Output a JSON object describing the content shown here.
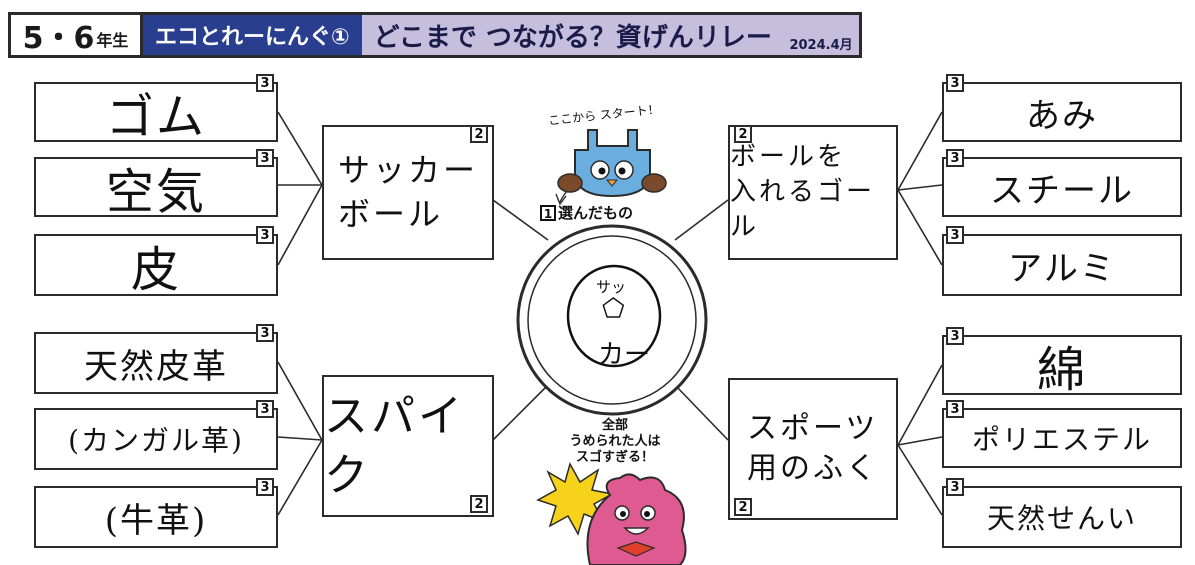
{
  "header": {
    "grade": "5・6",
    "grade_suffix": "年生",
    "series": "エコとれーにんぐ①",
    "title": "どこまで つながる？資げんリレー",
    "date": "2024.4月"
  },
  "start_label": "ここから スタート！",
  "chose_num": "1",
  "chose_label": "選んだもの",
  "hub_text": {
    "top": "サッ",
    "mid": "⬠",
    "bottom": "カー"
  },
  "praise": {
    "line1": "全部",
    "line2": "うめられた人は",
    "line3": "スゴすぎる！"
  },
  "level2": [
    {
      "id": "upper-left",
      "text": "サッカー\nボール",
      "badge": "2"
    },
    {
      "id": "upper-right",
      "text": "ボールを\n入れるゴール",
      "badge": "2"
    },
    {
      "id": "lower-left",
      "text": "スパイク",
      "badge": "2"
    },
    {
      "id": "lower-right",
      "text": "スポーツ\n用のふく",
      "badge": "2"
    }
  ],
  "level3": {
    "upper_left": [
      {
        "text": "ゴム",
        "badge": "3"
      },
      {
        "text": "空気",
        "badge": "3"
      },
      {
        "text": "皮",
        "badge": "3"
      }
    ],
    "upper_right": [
      {
        "text": "あみ",
        "badge": "3"
      },
      {
        "text": "スチール",
        "badge": "3"
      },
      {
        "text": "アルミ",
        "badge": "3"
      }
    ],
    "lower_left": [
      {
        "text": "天然皮革",
        "badge": "3"
      },
      {
        "text": "(カンガル革)",
        "badge": "3"
      },
      {
        "text": "(牛革)",
        "badge": "3"
      }
    ],
    "lower_right": [
      {
        "text": "綿",
        "badge": "3"
      },
      {
        "text": "ポリエステル",
        "badge": "3"
      },
      {
        "text": "天然せんい",
        "badge": "3"
      }
    ]
  },
  "colors": {
    "header_blue": "#2a3e8f",
    "header_lavender": "#c5bfdd",
    "mascot_blue": "#6aaee0",
    "mascot_pink": "#e05a92",
    "burst_yellow": "#f6d21a"
  }
}
